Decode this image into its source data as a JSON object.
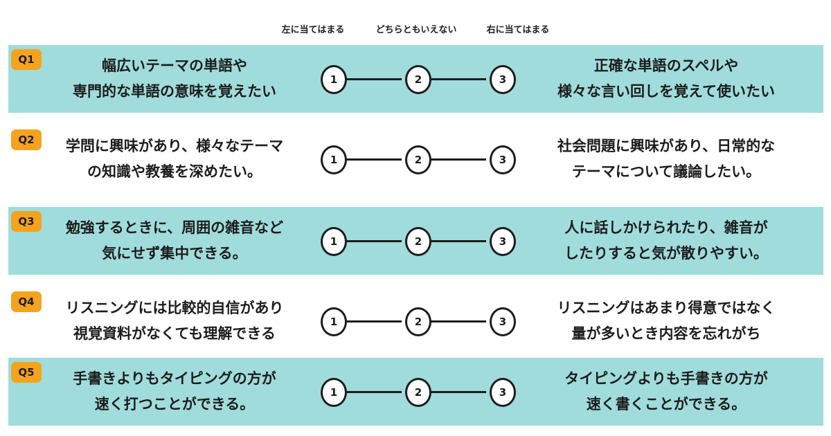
{
  "header": {
    "left_label": "左に当てはまる",
    "middle_label": "どちらともいえない",
    "right_label": "右に当てはまる"
  },
  "questions": [
    {
      "label": "Q1",
      "left_lines": [
        "幅広いテーマの単語や",
        "専門的な単語の意味を覚えたい"
      ],
      "right_lines": [
        "正確な単語のスペルや",
        "様々な言い回しを覚えて使いたい"
      ],
      "scale": [
        "1",
        "2",
        "3"
      ]
    },
    {
      "label": "Q2",
      "left_lines": [
        "学問に興味があり、様々なテーマ",
        "の知識や教養を深めたい。"
      ],
      "right_lines": [
        "社会問題に興味があり、日常的な",
        "テーマについて議論したい。"
      ],
      "scale": [
        "1",
        "2",
        "3"
      ]
    },
    {
      "label": "Q3",
      "left_lines": [
        "勉強するときに、周囲の雑音など",
        "気にせず集中できる。"
      ],
      "right_lines": [
        "人に話しかけられたり、雑音が",
        "したりすると気が散りやすい。"
      ],
      "scale": [
        "1",
        "2",
        "3"
      ]
    },
    {
      "label": "Q4",
      "left_lines": [
        "リスニングには比較的自信があり",
        "視覚資料がなくても理解できる"
      ],
      "right_lines": [
        "リスニングはあまり得意ではなく",
        "量が多いとき内容を忘れがち"
      ],
      "scale": [
        "1",
        "2",
        "3"
      ]
    },
    {
      "label": "Q5",
      "left_lines": [
        "手書きよりもタイピングの方が",
        "速く打つことができる。"
      ],
      "right_lines": [
        "タイピングよりも手書きの方が",
        "速く書くことができる。"
      ],
      "scale": [
        "1",
        "2",
        "3"
      ]
    }
  ],
  "colors": {
    "row_shade": "#a0dcdb",
    "badge": "#f5a31e",
    "ink": "#1c1c1c",
    "background": "#ffffff"
  }
}
